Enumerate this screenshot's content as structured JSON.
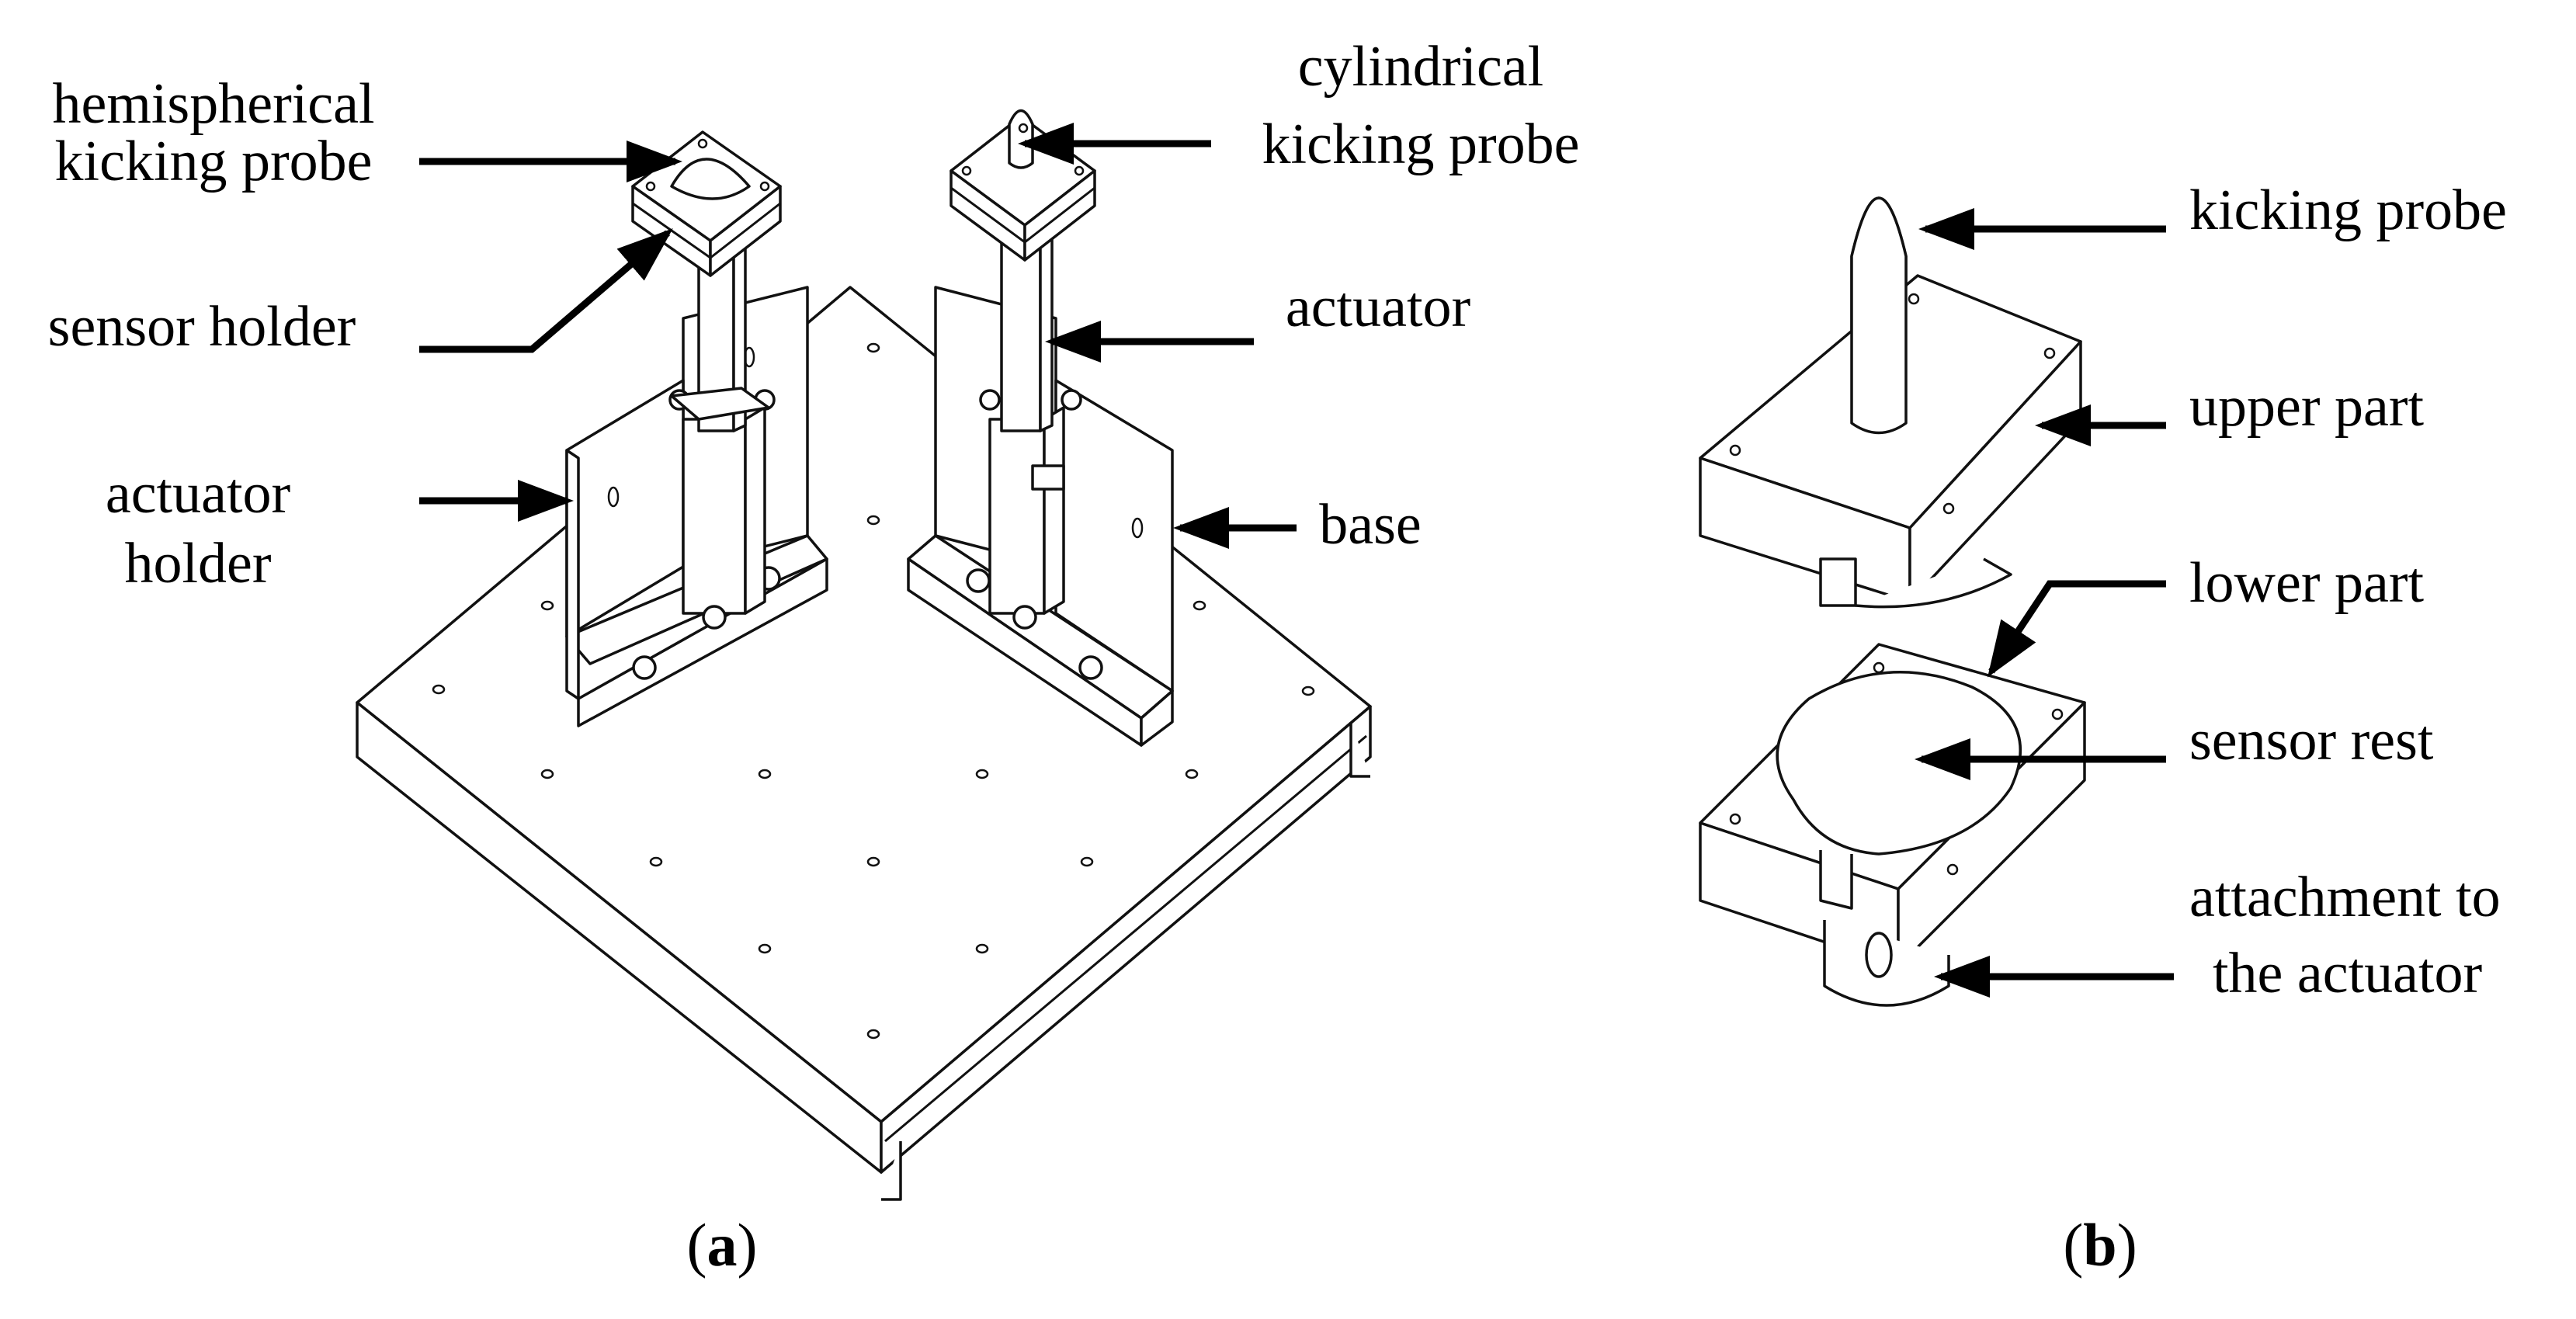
{
  "panel_a": {
    "caption": "a",
    "labels": {
      "hemispherical_line1": "hemispherical",
      "hemispherical_line2": "kicking probe",
      "cylindrical_line1": "cylindrical",
      "cylindrical_line2": "kicking probe",
      "sensor_holder": "sensor holder",
      "actuator": "actuator",
      "actuator_holder_line1": "actuator",
      "actuator_holder_line2": "holder",
      "base": "base"
    }
  },
  "panel_b": {
    "caption": "b",
    "labels": {
      "kicking_probe": "kicking probe",
      "upper_part": "upper part",
      "lower_part": "lower part",
      "sensor_rest": "sensor rest",
      "attachment_line1": "attachment to",
      "attachment_line2": "the actuator"
    }
  }
}
